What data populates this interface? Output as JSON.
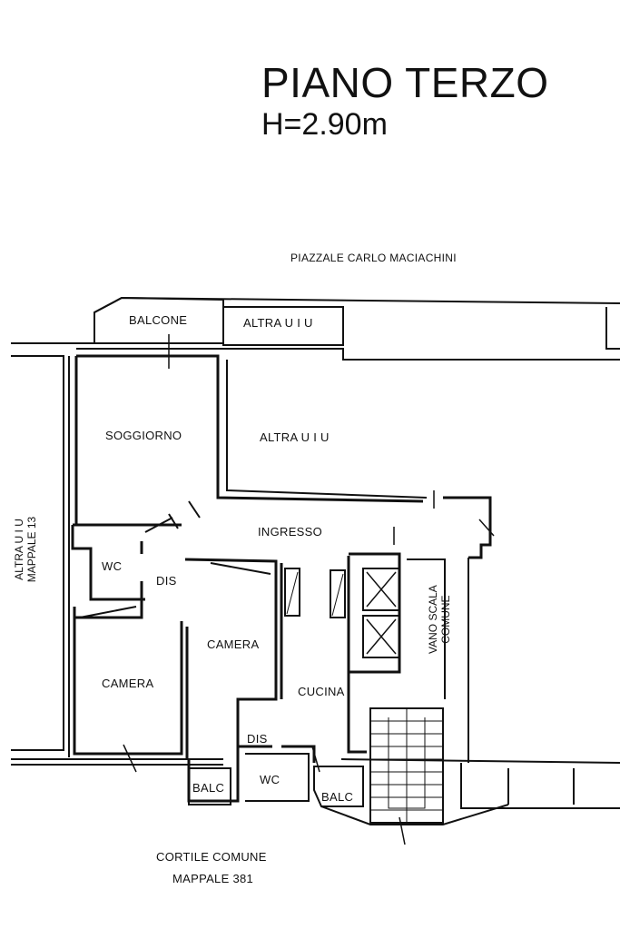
{
  "title": "PIANO TERZO",
  "subtitle": "H=2.90m",
  "labels": {
    "street": "PIAZZALE CARLO MACIACHINI",
    "balcone": "BALCONE",
    "altra_uiu_top": "ALTRA U I U",
    "altra_uiu_mid": "ALTRA U I U",
    "soggiorno": "SOGGIORNO",
    "ingresso": "INGRESSO",
    "wc1": "WC",
    "dis1": "DIS",
    "camera1": "CAMERA",
    "camera2": "CAMERA",
    "cucina": "CUCINA",
    "dis2": "DIS",
    "wc2": "WC",
    "balc1": "BALC",
    "balc2": "BALC",
    "vano_line1": "VANO SCALA",
    "vano_line2": "COMUNE",
    "side_line1": "ALTRA U I U",
    "side_line2": "MAPPALE 13",
    "cortile_line1": "CORTILE COMUNE",
    "cortile_line2": "MAPPALE 381"
  }
}
